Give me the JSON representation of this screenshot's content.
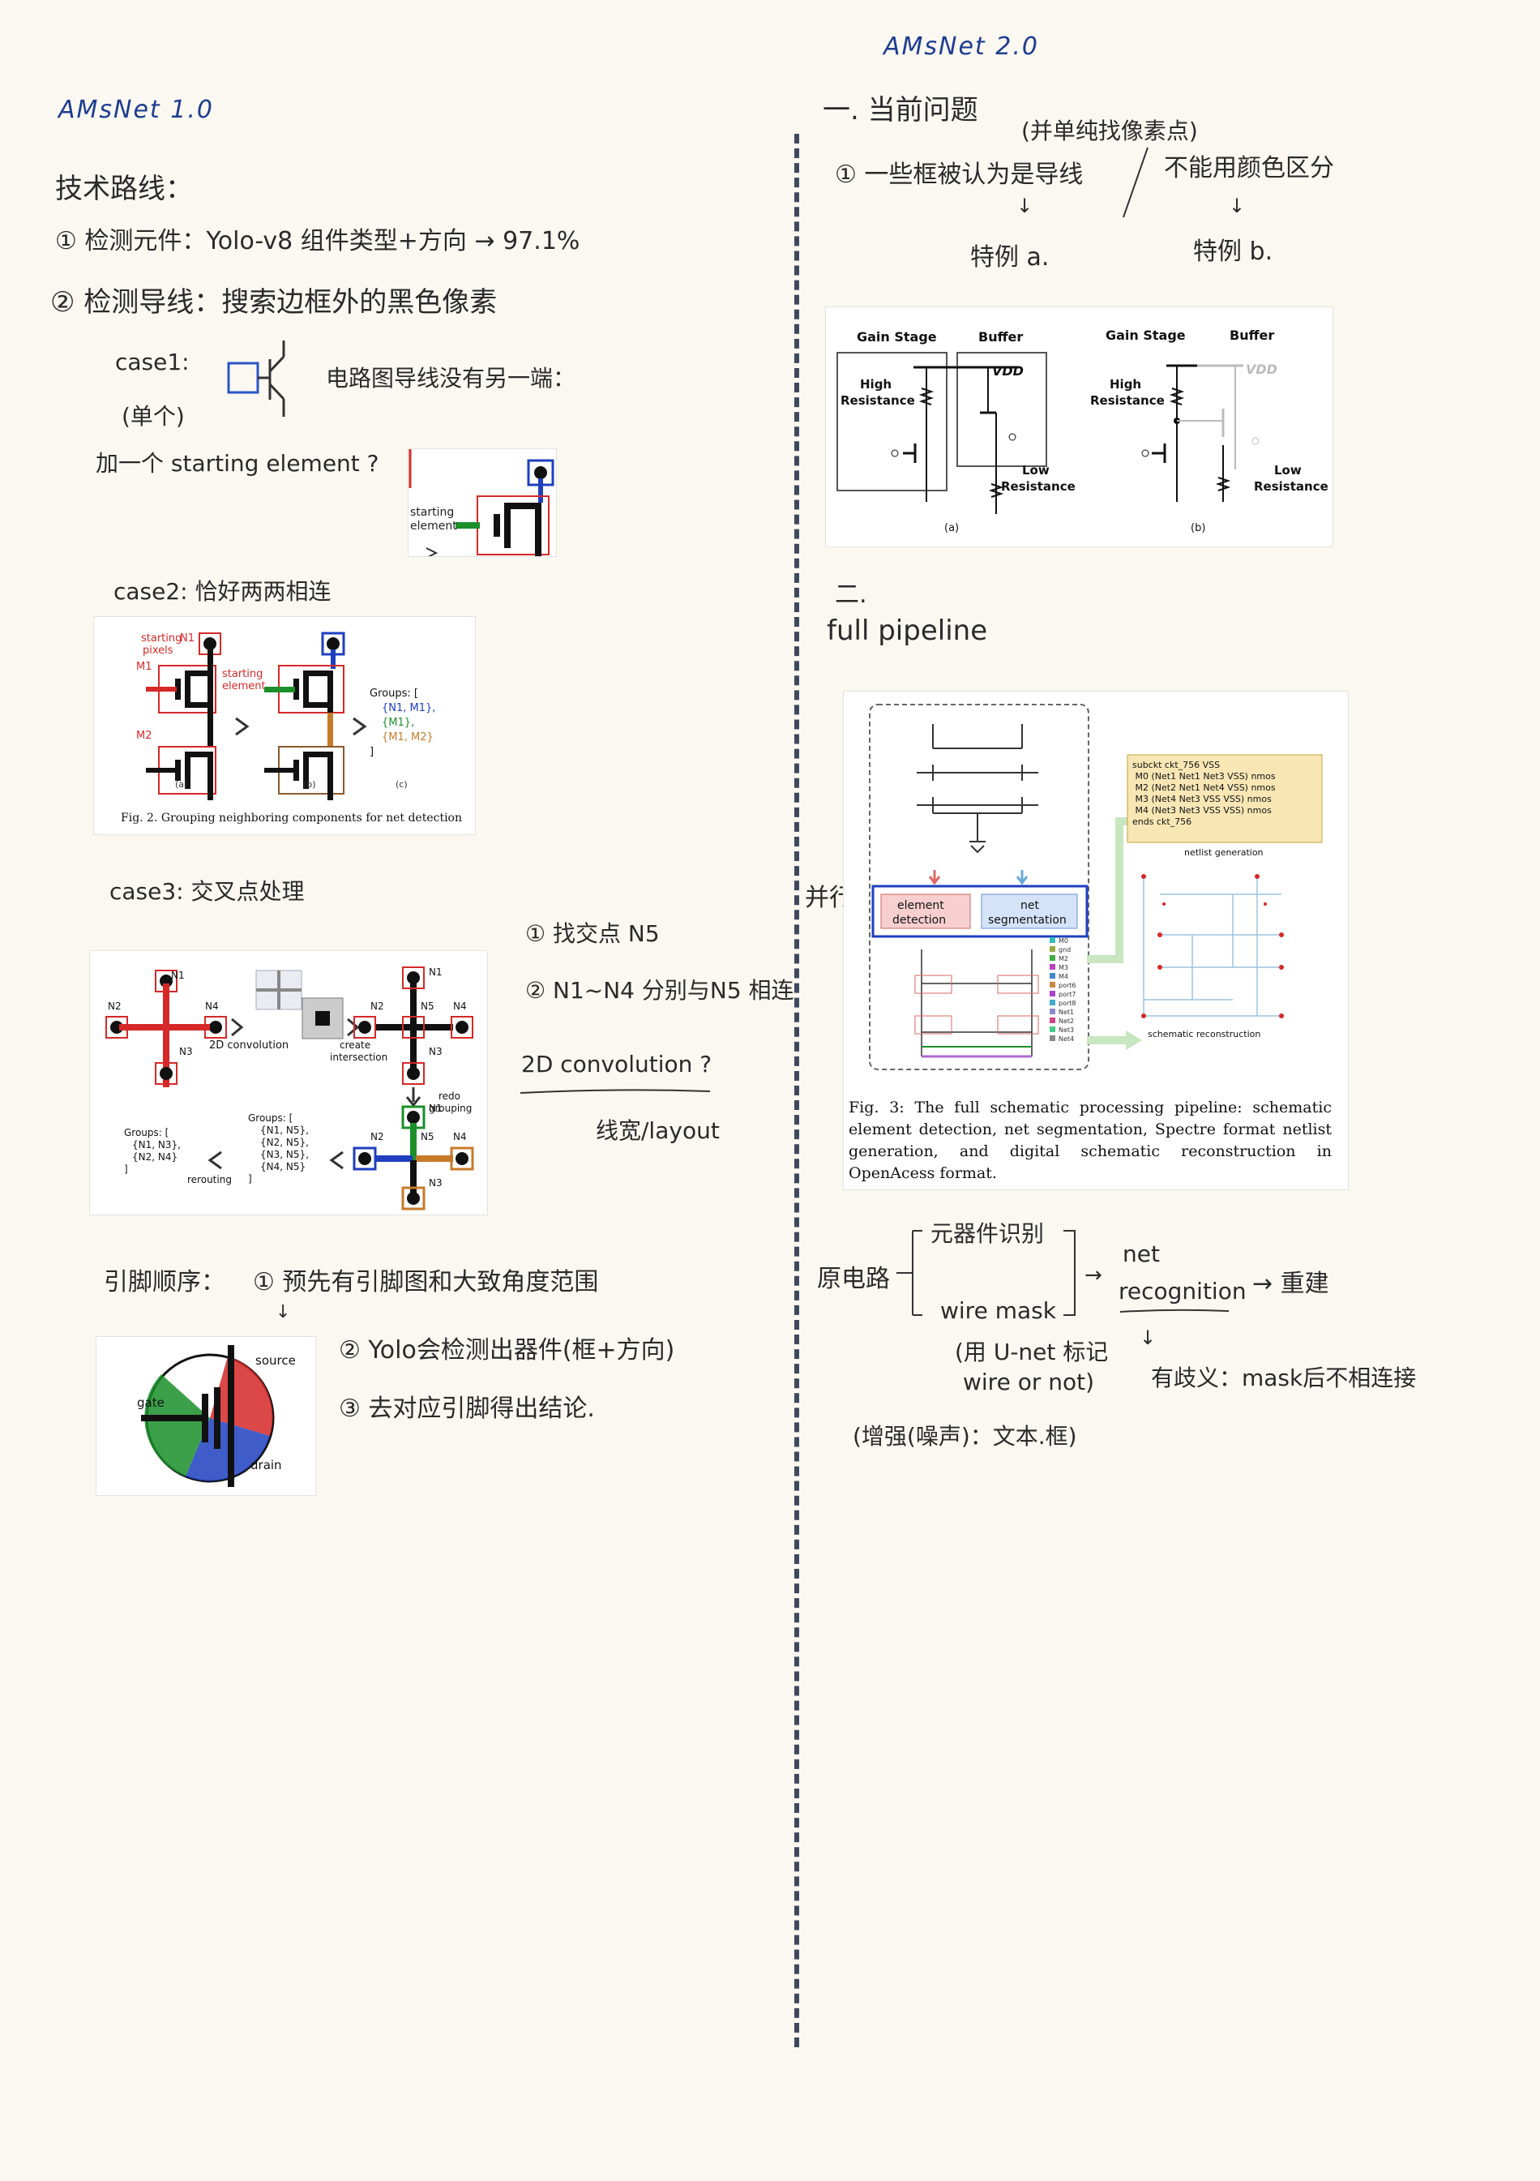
{
  "left": {
    "title": "AMsNet 1.0",
    "tech_route": "技术路线：",
    "step1": "① 检测元件：Yolo-v8  组件类型+方向  → 97.1%",
    "step2": "② 检测导线：搜索边框外的黑色像素",
    "case1": "case1:",
    "case1_sub": "(单个)",
    "case1_note": "电路图导线没有另一端：",
    "case1_add": "加一个 starting element ?",
    "case2": "case2: 恰好两两相连",
    "case3": "case3: 交叉点处理",
    "case3_note1": "① 找交点 N5",
    "case3_note2": "② N1~N4 分别与N5 相连",
    "case3_note3": "2D  convolution ?",
    "case3_note4": "线宽/layout",
    "pin_order": "引脚顺序：",
    "pin1": "① 预先有引脚图和大致角度范围",
    "pin2": "② Yolo会检测出器件(框+方向)",
    "pin3": "③ 去对应引脚得出结论.",
    "fig_case1": {
      "starting_element": "starting\nelement"
    },
    "fig_case2": {
      "caption": "Fig. 2.  Grouping neighboring components for net detection",
      "starting_pixels": "starting\npixels",
      "starting_element": "starting\nelement",
      "N1": "N1",
      "M1": "M1",
      "M2": "M2",
      "groups": "Groups: [",
      "g1": "{N1, M1},",
      "g2": "{M1},",
      "g3": "{M1, M2}",
      "close": "]",
      "a": "(a)",
      "b": "(b)",
      "c": "(c)"
    },
    "fig_case3": {
      "N1": "N1",
      "N2": "N2",
      "N3": "N3",
      "N4": "N4",
      "N5": "N5",
      "conv": "2D convolution",
      "create": "create\nintersection",
      "redo": "redo\ngrouping",
      "groups_left": "Groups: [\n {N1, N3},\n {N2, N4}\n]",
      "groups_mid": "Groups: [\n  {N1, N5},\n  {N2, N5},\n  {N3, N5},\n  {N4, N5}\n]",
      "rerouting": "rerouting"
    },
    "fig_pin": {
      "source": "source",
      "gate": "gate",
      "drain": "drain"
    }
  },
  "right": {
    "title": "AMsNet 2.0",
    "sec1": "一. 当前问题",
    "sec1_paren": "(并单纯找像素点)",
    "sec1_item": "① 一些框被认为是导线",
    "sec1_item2": "不能用颜色区分",
    "special_a": "特例 a.",
    "special_b": "特例 b.",
    "fig_res": {
      "gain": "Gain Stage",
      "buffer": "Buffer",
      "vdd": "VDD",
      "high": "High\nResistance",
      "low": "Low\nResistance",
      "a": "(a)",
      "b": "(b)"
    },
    "sec2": "二.",
    "sec2_title": "full   pipeline",
    "parallel": "并行",
    "fig_pipe": {
      "netlist": "subckt ckt_756 VSS\n   M0 (Net1 Net1 Net3 VSS) nmos\n   M2 (Net2 Net1 Net4 VSS) nmos\n   M3 (Net4 Net3 VSS VSS) nmos\n   M4 (Net3 Net3 VSS VSS) nmos\nends ckt_756",
      "netlist_gen": "netlist generation",
      "element_det": "element\ndetection",
      "net_seg": "net\nsegmentation",
      "schematic_rec": "schematic reconstruction",
      "legend": [
        "M0",
        "gnd",
        "M2",
        "M3",
        "M4",
        "port6",
        "port7",
        "port8",
        "Net1",
        "Net2",
        "Net3",
        "Net4"
      ],
      "caption": "Fig. 3:  The full schematic processing pipeline: schematic element detection, net segmentation, Spectre format netlist generation, and digital schematic reconstruction in OpenAcess format."
    },
    "flow": {
      "orig": "原电路",
      "component": "元器件识别",
      "wire_mask": "wire mask",
      "unet": "(用 U-net 标记",
      "unet2": "wire or not)",
      "net": "net",
      "recognition": "recognition",
      "rebuild": "→ 重建",
      "ambig": "有歧义：mask后不相连接",
      "aug": "(增强(噪声)：文本.框)"
    }
  },
  "colors": {
    "title_blue": "#1e3d8f",
    "red": "#d62828",
    "blue": "#1f3fbf",
    "green": "#1a8f2a",
    "orange": "#c77a2a"
  }
}
